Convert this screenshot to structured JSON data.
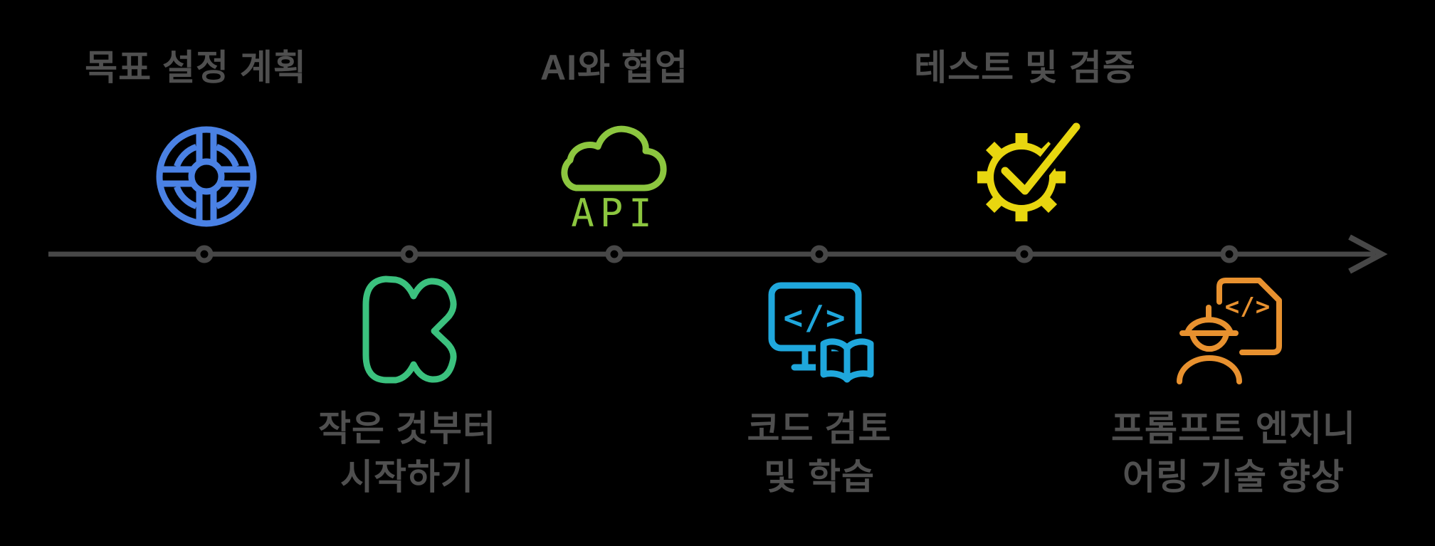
{
  "palette": {
    "background": "#000000",
    "line_gray": "#474747",
    "text_gray": "#4F4F4F"
  },
  "timeline": {
    "dot_count": 6
  },
  "steps": [
    {
      "label": "목표 설정 계획",
      "position": "top",
      "icon": "target-icon",
      "color": "#4A81E4"
    },
    {
      "label_line1": "작은 것부터",
      "label_line2": "시작하기",
      "position": "bottom",
      "icon": "letter-k-icon",
      "color": "#3BC17E"
    },
    {
      "label": "AI와 협업",
      "position": "top",
      "icon": "cloud-api-icon",
      "icon_text": "API",
      "color": "#8CC63F"
    },
    {
      "label_line1": "코드 검토",
      "label_line2": "및 학습",
      "position": "bottom",
      "icon": "code-monitor-book-icon",
      "icon_text": "</>",
      "color": "#1FA7DC"
    },
    {
      "label": "테스트 및 검증",
      "position": "top",
      "icon": "gear-checkmark-icon",
      "color": "#E8D60F"
    },
    {
      "label_line1": "프롬프트 엔지니",
      "label_line2": "어링 기술 향상",
      "position": "bottom",
      "icon": "engineer-document-icon",
      "icon_text": "</>",
      "color": "#E8912F"
    }
  ]
}
